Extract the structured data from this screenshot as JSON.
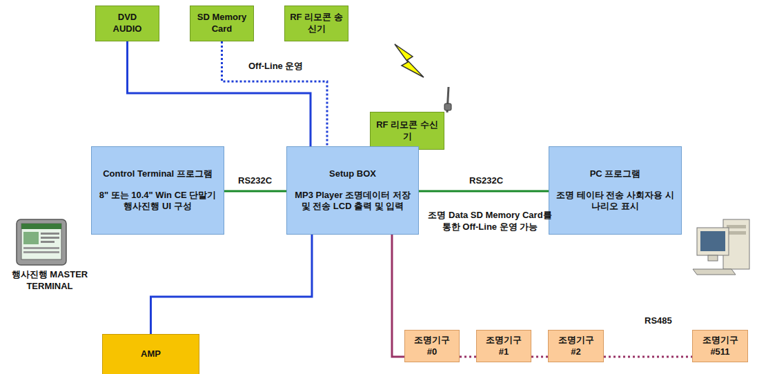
{
  "diagram": {
    "nodes": [
      {
        "text": [
          "DVD AUDIO"
        ]
      },
      {
        "text": [
          "SD Memory Card"
        ]
      },
      {
        "text": [
          "RF 리모콘 송신기"
        ]
      },
      {
        "text": [
          "RF 리모콘 수신기"
        ]
      },
      {
        "text": [
          "Control Terminal 프로그램",
          "8\" 또는 10.4\" Win CE 단말기 행사진행 UI 구성"
        ]
      },
      {
        "text": [
          "Setup BOX",
          "MP3 Player 조명데이터 저장 및 전송 LCD 출력 및 입력"
        ]
      },
      {
        "text": [
          "PC 프로그램",
          "조명 테이타 전송 사회자용 시나리오 표시"
        ]
      },
      {
        "text": [
          "AMP"
        ]
      },
      {
        "text": [
          "조명기구 #0"
        ]
      },
      {
        "text": [
          "조명기구 #1"
        ]
      },
      {
        "text": [
          "조명기구 #2"
        ]
      },
      {
        "text": [
          "조명기구 #511"
        ]
      }
    ],
    "edges": [
      {
        "from": 0,
        "to": 5,
        "arrow": "none"
      },
      {
        "from": 1,
        "to": 5,
        "label": "Off-Line 운영",
        "arrow": "none"
      },
      {
        "from": 4,
        "to": 5,
        "label": "RS232C",
        "arrow": "none"
      },
      {
        "from": 5,
        "to": 6,
        "label": "RS232C",
        "arrow": "none"
      },
      {
        "from": 5,
        "to": 7,
        "arrow": "none"
      },
      {
        "from": 5,
        "to": 8,
        "arrow": "none"
      },
      {
        "from": 8,
        "to": 9,
        "arrow": "none"
      },
      {
        "from": 9,
        "to": 10,
        "arrow": "none"
      },
      {
        "from": 10,
        "to": 11,
        "label": "RS485",
        "arrow": "none"
      }
    ],
    "labels": [
      "조명 Data SD Memory Card를 통한 Off-Line 운영 가능",
      "행사진행 MASTER TERMINAL"
    ]
  }
}
